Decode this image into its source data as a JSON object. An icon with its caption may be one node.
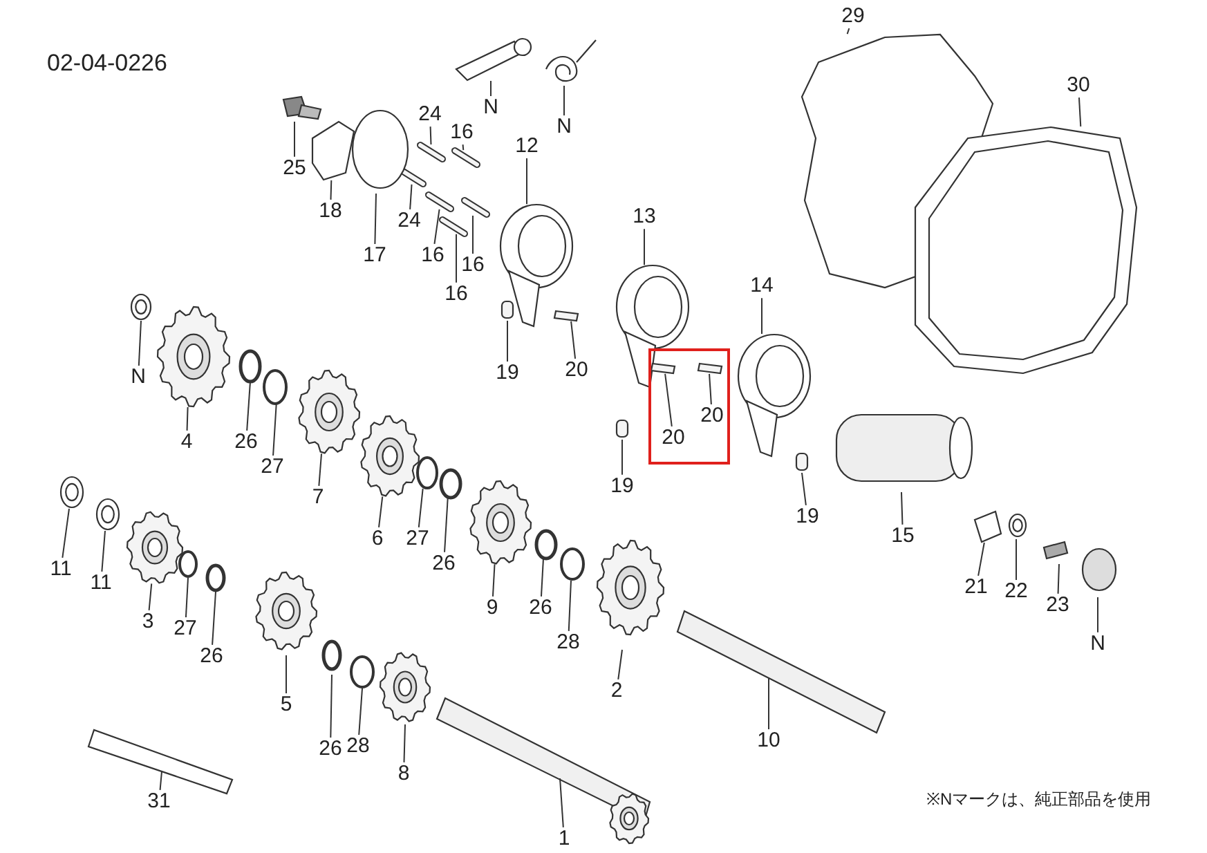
{
  "diagram": {
    "nodes": [
      {
        "text": [
          "N"
        ]
      },
      {
        "text": [
          "N"
        ]
      },
      {
        "text": [
          "29"
        ]
      },
      {
        "text": [
          "30"
        ]
      },
      {
        "text": [
          "25"
        ]
      },
      {
        "text": [
          "18"
        ]
      },
      {
        "text": [
          "24"
        ]
      },
      {
        "text": [
          "16"
        ]
      },
      {
        "text": [
          "12"
        ]
      },
      {
        "text": [
          "24"
        ]
      },
      {
        "text": [
          "17"
        ]
      },
      {
        "text": [
          "16"
        ]
      },
      {
        "text": [
          "16"
        ]
      },
      {
        "text": [
          "16"
        ]
      },
      {
        "text": [
          "13"
        ]
      },
      {
        "text": [
          "14"
        ]
      },
      {
        "text": [
          "19"
        ]
      },
      {
        "text": [
          "20"
        ]
      },
      {
        "text": [
          "20"
        ]
      },
      {
        "text": [
          "20"
        ]
      },
      {
        "text": [
          "N"
        ]
      },
      {
        "text": [
          "4"
        ]
      },
      {
        "text": [
          "26"
        ]
      },
      {
        "text": [
          "27"
        ]
      },
      {
        "text": [
          "7"
        ]
      },
      {
        "text": [
          "19"
        ]
      },
      {
        "text": [
          "19"
        ]
      },
      {
        "text": [
          "15"
        ]
      },
      {
        "text": [
          "6"
        ]
      },
      {
        "text": [
          "27"
        ]
      },
      {
        "text": [
          "26"
        ]
      },
      {
        "text": [
          "11"
        ]
      },
      {
        "text": [
          "11"
        ]
      },
      {
        "text": [
          "3"
        ]
      },
      {
        "text": [
          "27"
        ]
      },
      {
        "text": [
          "26"
        ]
      },
      {
        "text": [
          "9"
        ]
      },
      {
        "text": [
          "26"
        ]
      },
      {
        "text": [
          "28"
        ]
      },
      {
        "text": [
          "21"
        ]
      },
      {
        "text": [
          "22"
        ]
      },
      {
        "text": [
          "23"
        ]
      },
      {
        "text": [
          "N"
        ]
      },
      {
        "text": [
          "2"
        ]
      },
      {
        "text": [
          "5"
        ]
      },
      {
        "text": [
          "26"
        ]
      },
      {
        "text": [
          "28"
        ]
      },
      {
        "text": [
          "8"
        ]
      },
      {
        "text": [
          "10"
        ]
      },
      {
        "text": [
          "31"
        ]
      },
      {
        "text": [
          "1"
        ]
      },
      {
        "text": [],
        "shape": "picture"
      },
      {
        "text": [],
        "shape": "picture"
      },
      {
        "text": [],
        "shape": "picture"
      },
      {
        "text": [],
        "shape": "picture"
      },
      {
        "text": [],
        "shape": "picture"
      },
      {
        "text": [],
        "shape": "picture"
      },
      {
        "text": [],
        "shape": "picture"
      },
      {
        "text": [],
        "shape": "picture"
      },
      {
        "text": [],
        "shape": "picture"
      },
      {
        "text": [],
        "shape": "picture"
      },
      {
        "text": [],
        "shape": "circle"
      },
      {
        "text": [],
        "shape": "picture"
      },
      {
        "text": [],
        "shape": "picture"
      },
      {
        "text": [],
        "shape": "picture"
      },
      {
        "text": [],
        "shape": "picture"
      },
      {
        "text": [],
        "shape": "picture"
      },
      {
        "text": [],
        "shape": "cylinder"
      },
      {
        "text": [],
        "shape": "box"
      },
      {
        "text": [],
        "shape": "box"
      },
      {
        "text": [],
        "shape": "box"
      },
      {
        "text": [],
        "shape": "picture"
      },
      {
        "text": [],
        "shape": "picture"
      },
      {
        "text": [],
        "shape": "circle"
      },
      {
        "text": [],
        "shape": "circle"
      },
      {
        "text": [],
        "shape": "picture"
      },
      {
        "text": [],
        "shape": "cylinder"
      },
      {
        "text": [],
        "shape": "cylinder"
      },
      {
        "text": [],
        "shape": "cylinder"
      },
      {
        "text": [],
        "shape": "picture"
      },
      {
        "text": [],
        "shape": "circle"
      },
      {
        "text": [],
        "shape": "circle"
      },
      {
        "text": [],
        "shape": "picture"
      },
      {
        "text": [],
        "shape": "picture"
      },
      {
        "text": [],
        "shape": "picture"
      },
      {
        "text": [],
        "shape": "circle"
      },
      {
        "text": [],
        "shape": "circle"
      },
      {
        "text": [],
        "shape": "picture"
      },
      {
        "text": [],
        "shape": "circle"
      },
      {
        "text": [],
        "shape": "circle"
      },
      {
        "text": [],
        "shape": "picture"
      },
      {
        "text": [],
        "shape": "picture"
      },
      {
        "text": [],
        "shape": "picture"
      },
      {
        "text": [],
        "shape": "circle"
      },
      {
        "text": [],
        "shape": "picture"
      },
      {
        "text": [],
        "shape": "picture"
      },
      {
        "text": [],
        "shape": "circle"
      },
      {
        "text": [],
        "shape": "circle"
      },
      {
        "text": [],
        "shape": "picture"
      },
      {
        "text": [],
        "shape": "picture"
      },
      {
        "text": [],
        "shape": "picture"
      },
      {
        "text": [],
        "shape": "picture"
      }
    ],
    "edges": [
      {
        "from": 0,
        "to": 51,
        "arrow": "none"
      },
      {
        "from": 1,
        "to": 52,
        "arrow": "none"
      },
      {
        "from": 2,
        "to": 53,
        "arrow": "none"
      },
      {
        "from": 3,
        "to": 54,
        "arrow": "none"
      },
      {
        "from": 4,
        "to": 55,
        "arrow": "none"
      },
      {
        "from": 5,
        "to": 56,
        "arrow": "none"
      },
      {
        "from": 6,
        "to": 57,
        "arrow": "none"
      },
      {
        "from": 7,
        "to": 58,
        "arrow": "none"
      },
      {
        "from": 8,
        "to": 59,
        "arrow": "none"
      },
      {
        "from": 9,
        "to": 60,
        "arrow": "none"
      },
      {
        "from": 10,
        "to": 61,
        "arrow": "none"
      },
      {
        "from": 11,
        "to": 62,
        "arrow": "none"
      },
      {
        "from": 12,
        "to": 63,
        "arrow": "none"
      },
      {
        "from": 13,
        "to": 64,
        "arrow": "none"
      },
      {
        "from": 14,
        "to": 65,
        "arrow": "none"
      },
      {
        "from": 15,
        "to": 66,
        "arrow": "none"
      },
      {
        "from": 16,
        "to": 67,
        "arrow": "none"
      },
      {
        "from": 17,
        "to": 68,
        "arrow": "none"
      },
      {
        "from": 18,
        "to": 69,
        "arrow": "none"
      },
      {
        "from": 19,
        "to": 70,
        "arrow": "none"
      },
      {
        "from": 20,
        "to": 71,
        "arrow": "none"
      },
      {
        "from": 21,
        "to": 72,
        "arrow": "none"
      },
      {
        "from": 22,
        "to": 73,
        "arrow": "none"
      },
      {
        "from": 23,
        "to": 74,
        "arrow": "none"
      },
      {
        "from": 24,
        "to": 75,
        "arrow": "none"
      },
      {
        "from": 25,
        "to": 76,
        "arrow": "none"
      },
      {
        "from": 26,
        "to": 77,
        "arrow": "none"
      },
      {
        "from": 27,
        "to": 78,
        "arrow": "none"
      },
      {
        "from": 28,
        "to": 79,
        "arrow": "none"
      },
      {
        "from": 29,
        "to": 80,
        "arrow": "none"
      },
      {
        "from": 30,
        "to": 81,
        "arrow": "none"
      },
      {
        "from": 31,
        "to": 82,
        "arrow": "none"
      },
      {
        "from": 32,
        "to": 83,
        "arrow": "none"
      },
      {
        "from": 33,
        "to": 84,
        "arrow": "none"
      },
      {
        "from": 34,
        "to": 85,
        "arrow": "none"
      },
      {
        "from": 35,
        "to": 86,
        "arrow": "none"
      },
      {
        "from": 36,
        "to": 87,
        "arrow": "none"
      },
      {
        "from": 37,
        "to": 88,
        "arrow": "none"
      },
      {
        "from": 38,
        "to": 89,
        "arrow": "none"
      },
      {
        "from": 39,
        "to": 90,
        "arrow": "none"
      },
      {
        "from": 40,
        "to": 91,
        "arrow": "none"
      },
      {
        "from": 41,
        "to": 92,
        "arrow": "none"
      },
      {
        "from": 42,
        "to": 93,
        "arrow": "none"
      },
      {
        "from": 43,
        "to": 94,
        "arrow": "none"
      },
      {
        "from": 44,
        "to": 95,
        "arrow": "none"
      },
      {
        "from": 45,
        "to": 96,
        "arrow": "none"
      },
      {
        "from": 46,
        "to": 97,
        "arrow": "none"
      },
      {
        "from": 47,
        "to": 98,
        "arrow": "none"
      },
      {
        "from": 48,
        "to": 99,
        "arrow": "none"
      },
      {
        "from": 49,
        "to": 100,
        "arrow": "none"
      },
      {
        "from": 50,
        "to": 101,
        "arrow": "none"
      }
    ],
    "labels": [
      "02-04-0226",
      "※Nマークは、純正部品を使用"
    ]
  }
}
